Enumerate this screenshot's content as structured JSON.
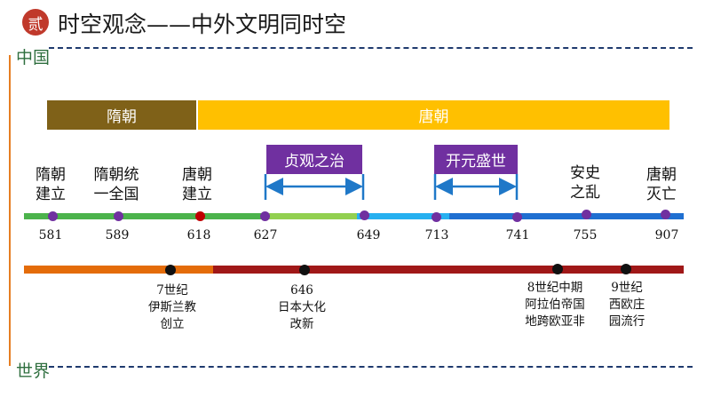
{
  "header": {
    "badge": "贰",
    "title": "时空观念——中外文明同时空"
  },
  "axis_labels": {
    "china": "中国",
    "world": "世界"
  },
  "dynasties": {
    "sui": "隋朝",
    "tang": "唐朝"
  },
  "periods": {
    "zhenguan": "贞观之治",
    "kaiyuan": "开元盛世"
  },
  "china_events": {
    "sui_founding": "隋朝\n建立",
    "sui_unify": "隋朝统\n一全国",
    "tang_founding": "唐朝\n建立",
    "anshi": "安史\n之乱",
    "tang_fall": "唐朝\n灭亡"
  },
  "china_years": [
    "581",
    "589",
    "618",
    "627",
    "649",
    "713",
    "741",
    "755",
    "907"
  ],
  "world_events": {
    "islam": "7世纪\n伊斯兰教\n创立",
    "taika": "646\n日本大化\n改新",
    "arab": "8世纪中期\n阿拉伯帝国\n地跨欧亚非",
    "manor": "9世纪\n西欧庄\n园流行"
  },
  "colors": {
    "badge": "#c0392b",
    "sui_bar": "#7f6118",
    "tang_bar": "#ffc000",
    "period_box": "#7030a0",
    "arrow": "#1f78c8",
    "world_orange": "#e46c0a",
    "world_red": "#a01818"
  }
}
